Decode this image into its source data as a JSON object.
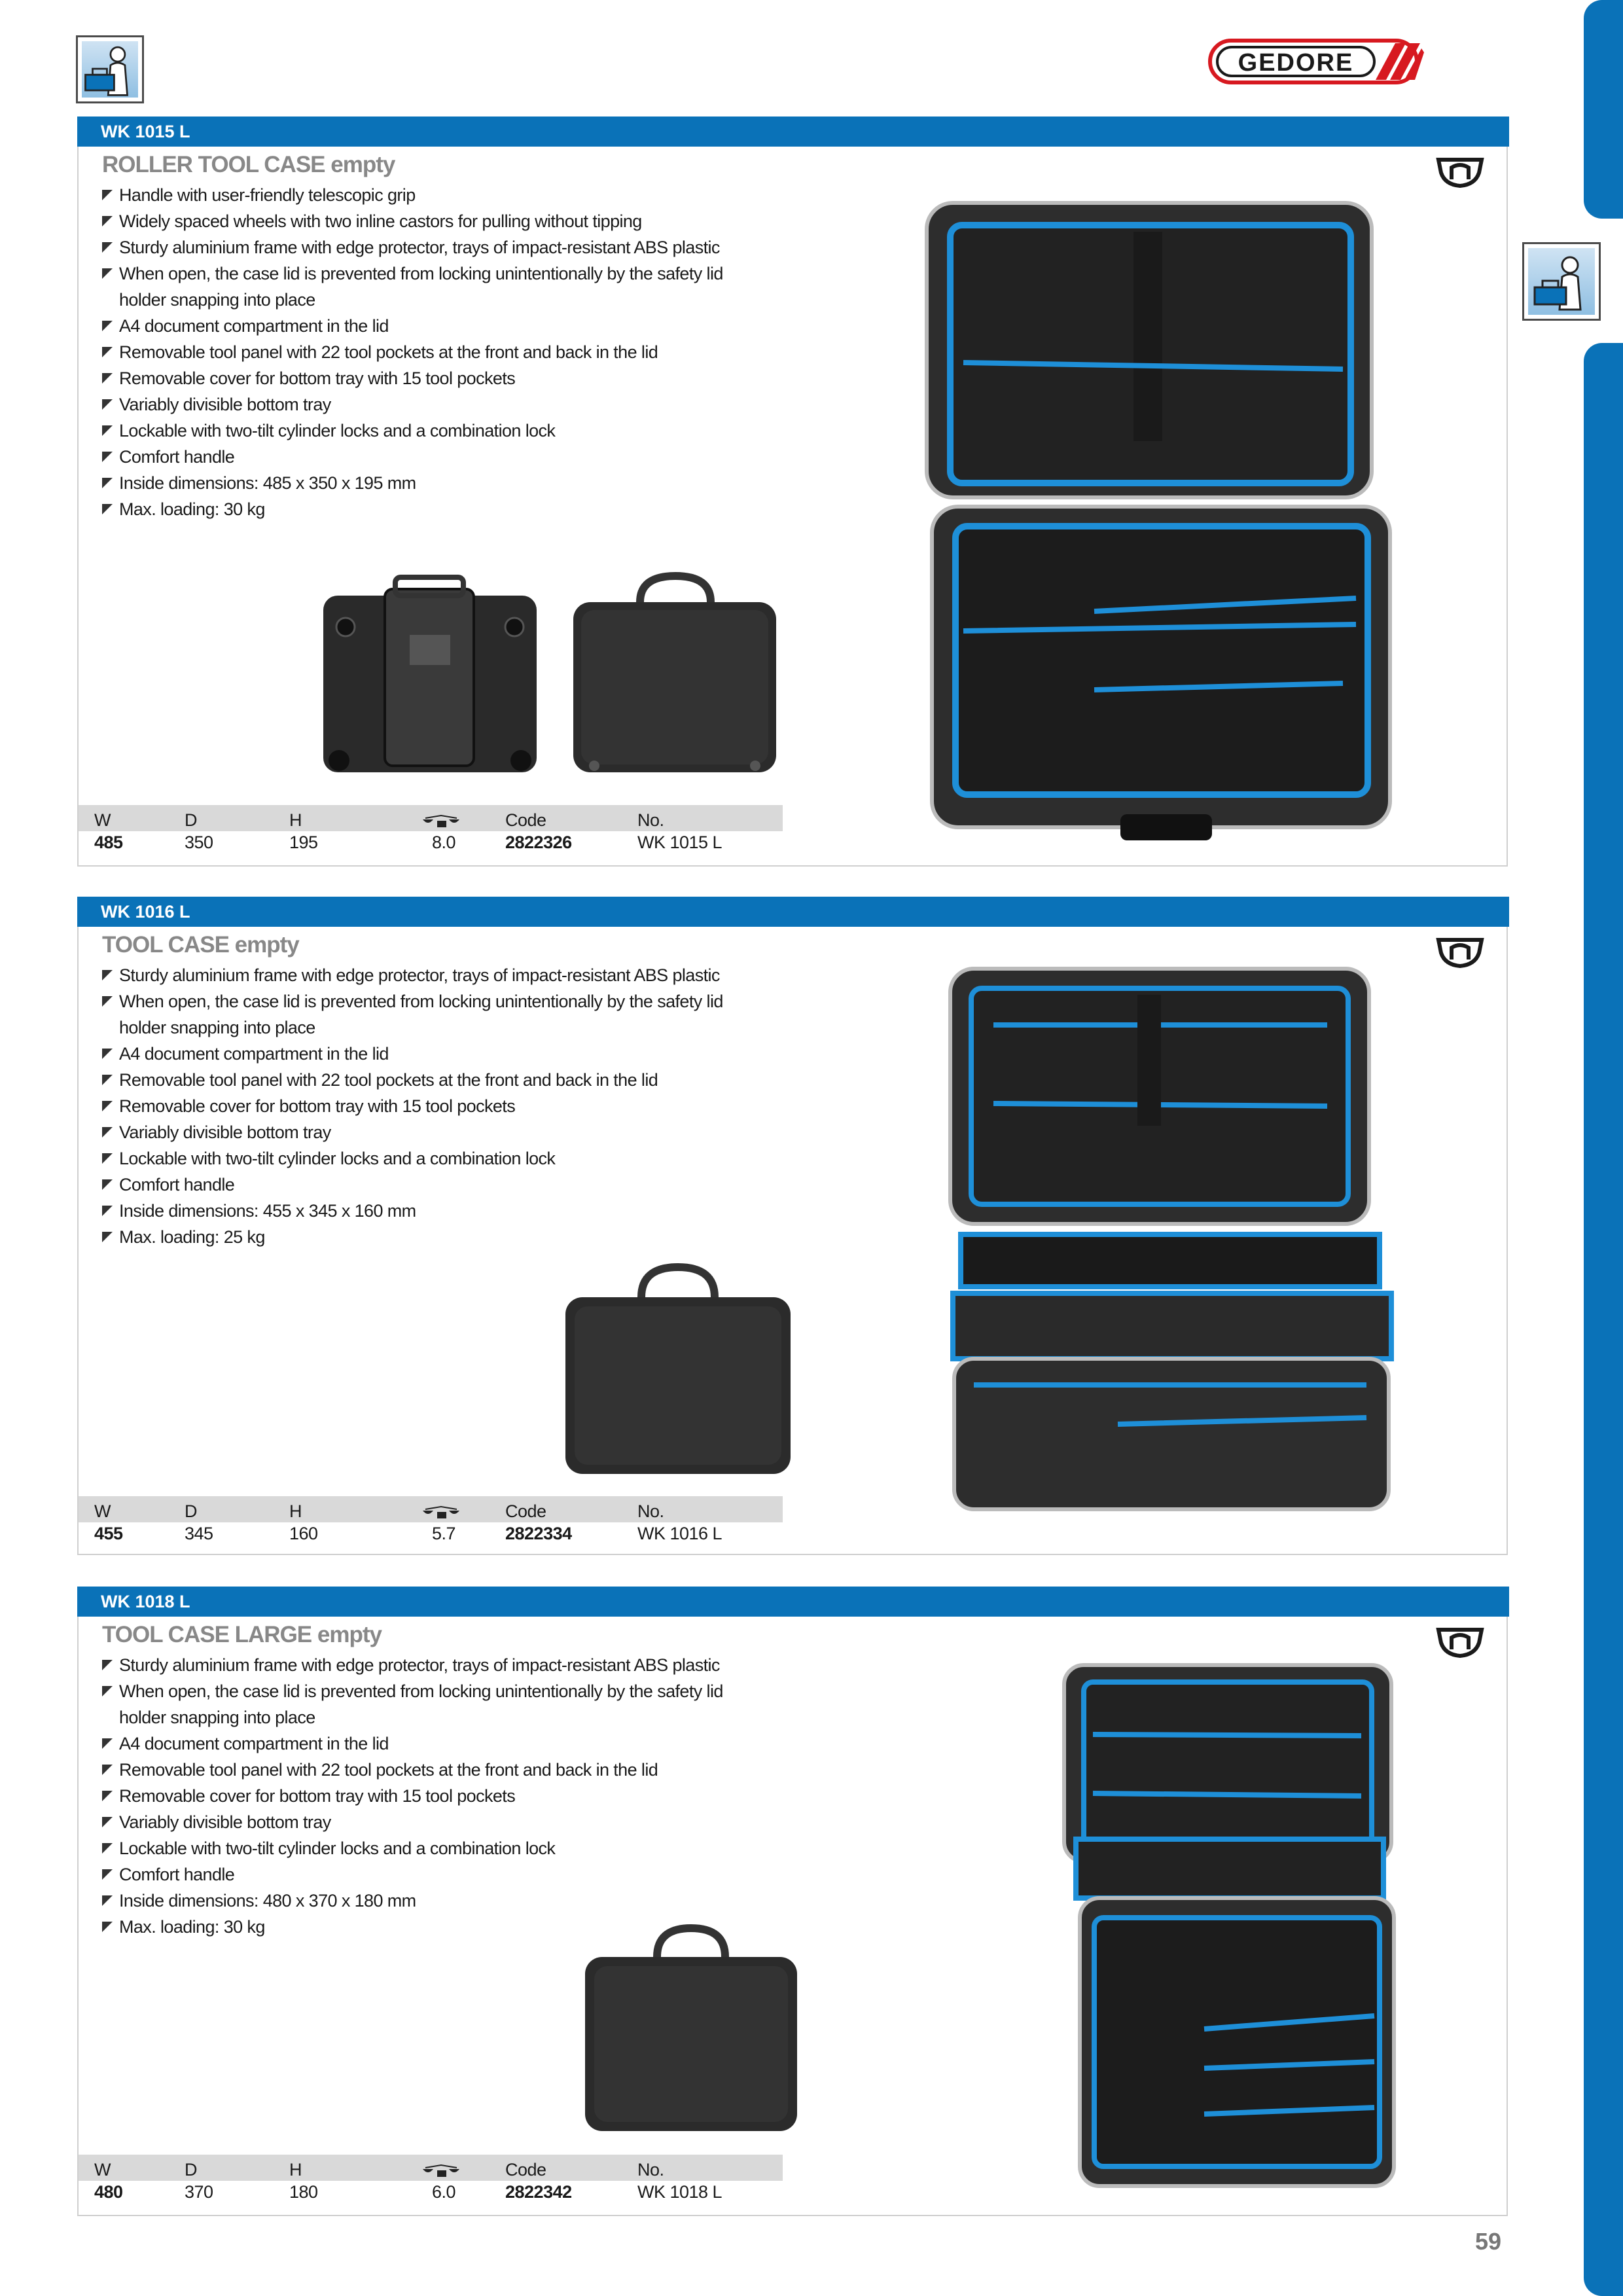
{
  "header": {
    "brand": "GEDORE",
    "category_icon": "toolbox-worker-icon"
  },
  "page_number": "59",
  "spec_headers": {
    "w": "W",
    "d": "D",
    "h": "H",
    "weight_icon": "scale-kg-icon",
    "code": "Code",
    "no": "No."
  },
  "sections": [
    {
      "bar": "WK 1015 L",
      "title": "ROLLER TOOL CASE empty",
      "features": [
        [
          "Handle with user-friendly telescopic grip"
        ],
        [
          "Widely spaced wheels with two inline castors for pulling without tipping"
        ],
        [
          "Sturdy aluminium frame with edge protector, trays of impact-resistant ABS plastic"
        ],
        [
          "When open, the case lid is prevented from locking unintentionally by the safety lid",
          "holder snapping into place"
        ],
        [
          "A4 document compartment in the lid"
        ],
        [
          "Removable tool panel with 22 tool pockets at the front and back in the lid"
        ],
        [
          "Removable cover for bottom tray with 15 tool pockets"
        ],
        [
          "Variably divisible bottom tray"
        ],
        [
          "Lockable with two-tilt cylinder locks and a combination lock"
        ],
        [
          "Comfort handle"
        ],
        [
          "Inside dimensions: 485 x 350 x 195 mm"
        ],
        [
          "Max. loading: 30 kg"
        ]
      ],
      "specs": {
        "w": "485",
        "d": "350",
        "h": "195",
        "weight": "8.0",
        "code": "2822326",
        "no": "WK 1015 L"
      }
    },
    {
      "bar": "WK 1016 L",
      "title": "TOOL CASE empty",
      "features": [
        [
          "Sturdy aluminium frame with edge protector, trays of impact-resistant ABS plastic"
        ],
        [
          "When open, the case lid is prevented from locking unintentionally by the safety lid",
          "holder snapping into place"
        ],
        [
          "A4 document compartment in the lid"
        ],
        [
          "Removable tool panel with 22 tool pockets at the front and back in the lid"
        ],
        [
          "Removable cover for bottom tray with 15 tool pockets"
        ],
        [
          "Variably divisible bottom tray"
        ],
        [
          "Lockable with two-tilt cylinder locks and a combination lock"
        ],
        [
          "Comfort handle"
        ],
        [
          "Inside dimensions: 455 x 345 x 160 mm"
        ],
        [
          "Max. loading: 25 kg"
        ]
      ],
      "specs": {
        "w": "455",
        "d": "345",
        "h": "160",
        "weight": "5.7",
        "code": "2822334",
        "no": "WK 1016 L"
      }
    },
    {
      "bar": "WK 1018 L",
      "title": "TOOL CASE LARGE empty",
      "features": [
        [
          "Sturdy aluminium frame with edge protector, trays of impact-resistant ABS plastic"
        ],
        [
          "When open, the case lid is prevented from locking unintentionally by the safety lid",
          "holder snapping into place"
        ],
        [
          "A4 document compartment in the lid"
        ],
        [
          "Removable tool panel with 22 tool pockets at the front and back in the lid"
        ],
        [
          "Removable cover for bottom tray with 15 tool pockets"
        ],
        [
          "Variably divisible bottom tray"
        ],
        [
          "Lockable with two-tilt cylinder locks and a combination lock"
        ],
        [
          "Comfort handle"
        ],
        [
          "Inside dimensions: 480 x 370 x 180 mm"
        ],
        [
          "Max. loading: 30 kg"
        ]
      ],
      "specs": {
        "w": "480",
        "d": "370",
        "h": "180",
        "weight": "6.0",
        "code": "2822342",
        "no": "WK 1018 L"
      }
    }
  ],
  "colors": {
    "bar_blue": "#0a72b8",
    "case_blue": "#1e8fd8",
    "brand_red": "#d71920"
  }
}
